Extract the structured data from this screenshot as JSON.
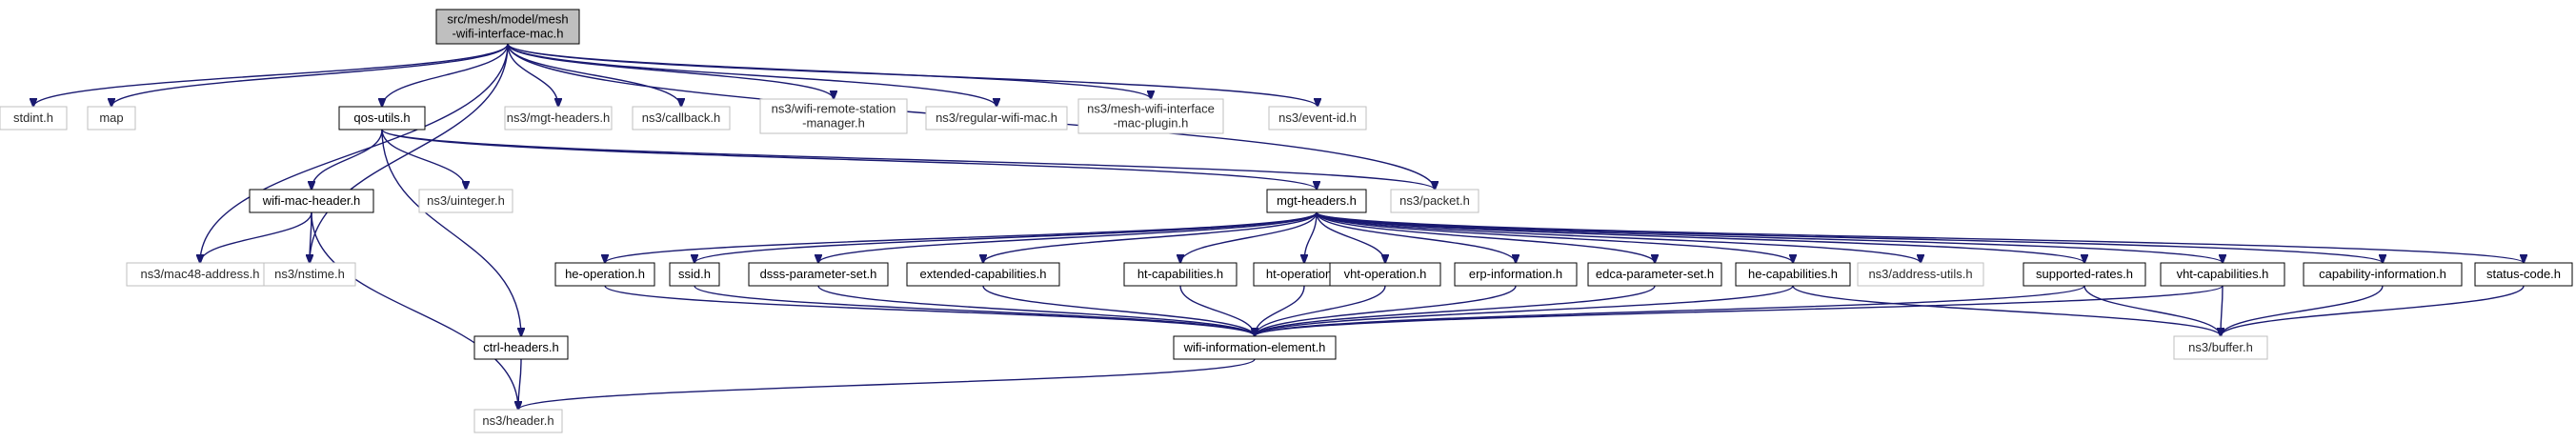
{
  "graph": {
    "title": "",
    "colors": {
      "edge": "#191970",
      "root_fill": "#bfbfbf",
      "internal_border": "#000000",
      "external_border": "#bfbfbf",
      "node_fill": "#ffffff"
    },
    "nodes": [
      {
        "id": "root",
        "lines": [
          "src/mesh/model/mesh",
          "-wifi-interface-mac.h"
        ],
        "kind": "root"
      },
      {
        "id": "stdint",
        "lines": [
          "stdint.h"
        ],
        "kind": "external"
      },
      {
        "id": "map",
        "lines": [
          "map"
        ],
        "kind": "external"
      },
      {
        "id": "qos",
        "lines": [
          "qos-utils.h"
        ],
        "kind": "internal"
      },
      {
        "id": "mgt_headers_ns3",
        "lines": [
          "ns3/mgt-headers.h"
        ],
        "kind": "external"
      },
      {
        "id": "callback",
        "lines": [
          "ns3/callback.h"
        ],
        "kind": "external"
      },
      {
        "id": "wrsm",
        "lines": [
          "ns3/wifi-remote-station",
          "-manager.h"
        ],
        "kind": "external"
      },
      {
        "id": "rwm",
        "lines": [
          "ns3/regular-wifi-mac.h"
        ],
        "kind": "external"
      },
      {
        "id": "mwimp",
        "lines": [
          "ns3/mesh-wifi-interface",
          "-mac-plugin.h"
        ],
        "kind": "external"
      },
      {
        "id": "eventid",
        "lines": [
          "ns3/event-id.h"
        ],
        "kind": "external"
      },
      {
        "id": "uinteger",
        "lines": [
          "ns3/uinteger.h"
        ],
        "kind": "external"
      },
      {
        "id": "packet",
        "lines": [
          "ns3/packet.h"
        ],
        "kind": "external"
      },
      {
        "id": "wmh",
        "lines": [
          "wifi-mac-header.h"
        ],
        "kind": "internal"
      },
      {
        "id": "mgt",
        "lines": [
          "mgt-headers.h"
        ],
        "kind": "internal"
      },
      {
        "id": "mac48",
        "lines": [
          "ns3/mac48-address.h"
        ],
        "kind": "external"
      },
      {
        "id": "nstime",
        "lines": [
          "ns3/nstime.h"
        ],
        "kind": "external"
      },
      {
        "id": "heop",
        "lines": [
          "he-operation.h"
        ],
        "kind": "internal"
      },
      {
        "id": "ssid",
        "lines": [
          "ssid.h"
        ],
        "kind": "internal"
      },
      {
        "id": "dsss",
        "lines": [
          "dsss-parameter-set.h"
        ],
        "kind": "internal"
      },
      {
        "id": "extcap",
        "lines": [
          "extended-capabilities.h"
        ],
        "kind": "internal"
      },
      {
        "id": "htcap",
        "lines": [
          "ht-capabilities.h"
        ],
        "kind": "internal"
      },
      {
        "id": "htop",
        "lines": [
          "ht-operation.h"
        ],
        "kind": "internal"
      },
      {
        "id": "vhtop",
        "lines": [
          "vht-operation.h"
        ],
        "kind": "internal"
      },
      {
        "id": "erp",
        "lines": [
          "erp-information.h"
        ],
        "kind": "internal"
      },
      {
        "id": "edca",
        "lines": [
          "edca-parameter-set.h"
        ],
        "kind": "internal"
      },
      {
        "id": "hecap",
        "lines": [
          "he-capabilities.h"
        ],
        "kind": "internal"
      },
      {
        "id": "addr",
        "lines": [
          "ns3/address-utils.h"
        ],
        "kind": "external"
      },
      {
        "id": "suprates",
        "lines": [
          "supported-rates.h"
        ],
        "kind": "internal"
      },
      {
        "id": "vhtcap",
        "lines": [
          "vht-capabilities.h"
        ],
        "kind": "internal"
      },
      {
        "id": "capinfo",
        "lines": [
          "capability-information.h"
        ],
        "kind": "internal"
      },
      {
        "id": "status",
        "lines": [
          "status-code.h"
        ],
        "kind": "internal"
      },
      {
        "id": "ctrl",
        "lines": [
          "ctrl-headers.h"
        ],
        "kind": "internal"
      },
      {
        "id": "wie",
        "lines": [
          "wifi-information-element.h"
        ],
        "kind": "internal"
      },
      {
        "id": "buffer",
        "lines": [
          "ns3/buffer.h"
        ],
        "kind": "external"
      },
      {
        "id": "header",
        "lines": [
          "ns3/header.h"
        ],
        "kind": "external"
      }
    ],
    "edges": [
      [
        "root",
        "stdint"
      ],
      [
        "root",
        "map"
      ],
      [
        "root",
        "qos"
      ],
      [
        "root",
        "mgt_headers_ns3"
      ],
      [
        "root",
        "callback"
      ],
      [
        "root",
        "wrsm"
      ],
      [
        "root",
        "rwm"
      ],
      [
        "root",
        "mwimp"
      ],
      [
        "root",
        "eventid"
      ],
      [
        "root",
        "mac48"
      ],
      [
        "root",
        "nstime"
      ],
      [
        "root",
        "packet"
      ],
      [
        "qos",
        "wmh"
      ],
      [
        "qos",
        "uinteger"
      ],
      [
        "qos",
        "ctrl"
      ],
      [
        "qos",
        "packet"
      ],
      [
        "qos",
        "mgt"
      ],
      [
        "wmh",
        "mac48"
      ],
      [
        "wmh",
        "nstime"
      ],
      [
        "wmh",
        "header"
      ],
      [
        "mgt",
        "heop"
      ],
      [
        "mgt",
        "ssid"
      ],
      [
        "mgt",
        "dsss"
      ],
      [
        "mgt",
        "extcap"
      ],
      [
        "mgt",
        "htcap"
      ],
      [
        "mgt",
        "htop"
      ],
      [
        "mgt",
        "vhtop"
      ],
      [
        "mgt",
        "erp"
      ],
      [
        "mgt",
        "edca"
      ],
      [
        "mgt",
        "hecap"
      ],
      [
        "mgt",
        "addr"
      ],
      [
        "mgt",
        "suprates"
      ],
      [
        "mgt",
        "vhtcap"
      ],
      [
        "mgt",
        "capinfo"
      ],
      [
        "mgt",
        "status"
      ],
      [
        "heop",
        "wie"
      ],
      [
        "ssid",
        "wie"
      ],
      [
        "dsss",
        "wie"
      ],
      [
        "extcap",
        "wie"
      ],
      [
        "htcap",
        "wie"
      ],
      [
        "htop",
        "wie"
      ],
      [
        "vhtop",
        "wie"
      ],
      [
        "erp",
        "wie"
      ],
      [
        "edca",
        "wie"
      ],
      [
        "hecap",
        "wie"
      ],
      [
        "suprates",
        "wie"
      ],
      [
        "vhtcap",
        "wie"
      ],
      [
        "hecap",
        "buffer"
      ],
      [
        "suprates",
        "buffer"
      ],
      [
        "vhtcap",
        "buffer"
      ],
      [
        "capinfo",
        "buffer"
      ],
      [
        "status",
        "buffer"
      ],
      [
        "ctrl",
        "header"
      ],
      [
        "wie",
        "header"
      ]
    ]
  }
}
